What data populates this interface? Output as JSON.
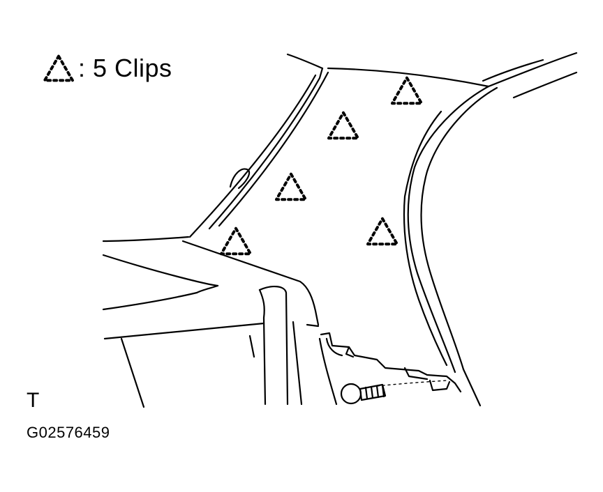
{
  "legend": {
    "icon": "dotted-triangle-clip-icon",
    "text": ": 5 Clips"
  },
  "view_marker": "T",
  "figure_code": "G02576459",
  "clips": [
    {
      "name": "clip-1"
    },
    {
      "name": "clip-2"
    },
    {
      "name": "clip-3"
    },
    {
      "name": "clip-4"
    },
    {
      "name": "clip-5"
    }
  ],
  "line_color": "#000000",
  "background_color": "#ffffff"
}
